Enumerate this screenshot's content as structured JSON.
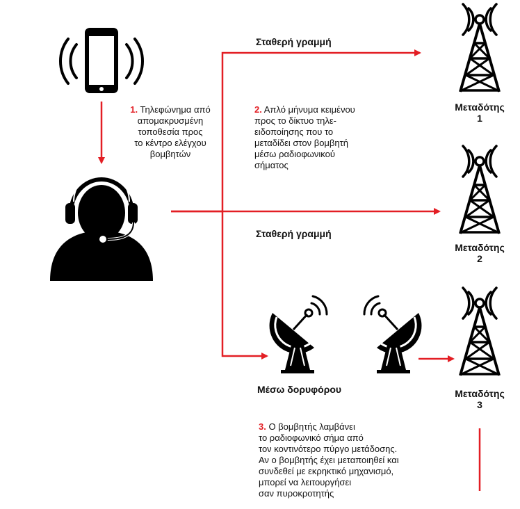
{
  "colors": {
    "accent": "#e31e24",
    "ink": "#000000"
  },
  "lines": {
    "fixed_top": "Σταθερή γραμμή",
    "fixed_mid": "Σταθερή γραμμή",
    "satellite": "Μέσω δορυφόρου"
  },
  "steps": {
    "step1": {
      "num": "1.",
      "lines": [
        "Τηλεφώνημα από",
        "απομακρυσμένη",
        "τοποθεσία προς",
        "το κέντρο ελέγχου",
        "βομβητών"
      ]
    },
    "step2": {
      "num": "2.",
      "lines": [
        "Απλό μήνυμα κειμένου",
        "προς το δίκτυο τηλε-",
        "ειδοποίησης που το",
        "μεταδίδει στον βομβητή",
        "μέσω ραδιοφωνικού",
        "σήματος"
      ]
    },
    "step3": {
      "num": "3.",
      "lines": [
        "Ο βομβητής λαμβάνει",
        "το ραδιοφωνικό σήμα από",
        "τον κοντινότερο πύργο μετάδοσης.",
        "Αν ο βομβητής έχει μεταποιηθεί και",
        "συνδεθεί με εκρηκτικό μηχανισμό,",
        "μπορεί να λειτουργήσει",
        "σαν πυροκροτητής"
      ]
    }
  },
  "transmitters": [
    {
      "label": "Μεταδότης",
      "number": "1"
    },
    {
      "label": "Μεταδότης",
      "number": "2"
    },
    {
      "label": "Μεταδότης",
      "number": "3"
    }
  ],
  "icons": {
    "phone": "ringing-phone-icon",
    "operator": "headset-operator-icon",
    "dish": "satellite-dish-icon",
    "tower": "radio-tower-icon"
  }
}
